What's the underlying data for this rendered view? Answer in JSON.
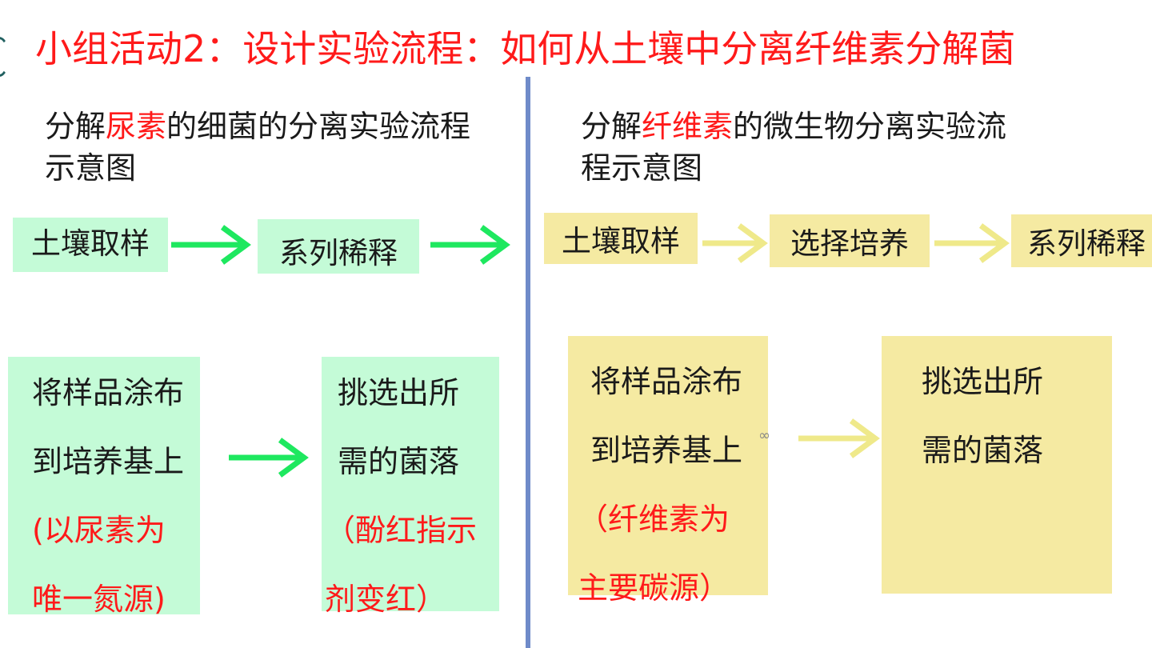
{
  "title": "小组活动2：设计实验流程：如何从土壤中分离纤维素分解菌",
  "left": {
    "heading": {
      "line1_pre": "分解",
      "line1_highlight": "尿素",
      "line1_post": "的细菌的分离实验流程",
      "line2": "示意图"
    },
    "step1": "土壤取样",
    "step2": "系列稀释",
    "box3": {
      "line1": "将样品涂布",
      "line2": "到培养基上",
      "line3": "(以尿素为",
      "line4": "唯一氮源)"
    },
    "box4": {
      "line1": "挑选出所",
      "line2": "需的菌落",
      "line3": "（酚红指示",
      "line4": "剂变红）"
    }
  },
  "right": {
    "heading": {
      "line1_pre": "分解",
      "line1_highlight": "纤维素",
      "line1_post": "的微生物分离实验流",
      "line2": "程示意图"
    },
    "step1": "土壤取样",
    "step2": "选择培养",
    "step3": "系列稀释",
    "box3": {
      "line1": "将样品涂布",
      "line2": "到培养基上",
      "line3": "（纤维素为",
      "line4": "主要碳源）"
    },
    "box4": {
      "line1": "挑选出所",
      "line2": "需的菌落"
    }
  },
  "colors": {
    "title": "#ff1a1a",
    "highlight": "#ff1a1a",
    "green_box": "#c4fbd7",
    "green_arrow": "#1ee85f",
    "yellow_box": "#f5eaa2",
    "yellow_arrow": "#efe98a",
    "divider": "#6f8bc9"
  }
}
